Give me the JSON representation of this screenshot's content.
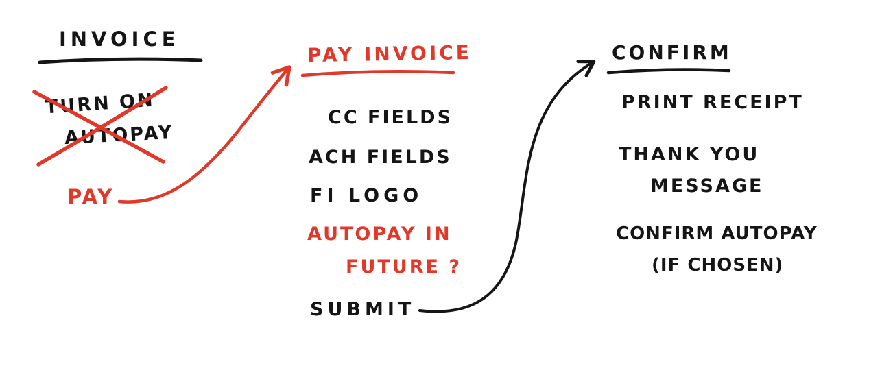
{
  "colors": {
    "ink": "#151515",
    "accent": "#e0392a"
  },
  "sketch": {
    "invoice": {
      "title": "INVOICE",
      "crossed_out": {
        "line1": "TURN ON",
        "line2": "AUTOPAY"
      },
      "pay": "PAY"
    },
    "pay_invoice": {
      "title": "PAY INVOICE",
      "cc_fields": "CC FIELDS",
      "ach_fields": "ACH FIELDS",
      "fi_logo": "FI LOGO",
      "autopay_question": {
        "line1": "AUTOPAY IN",
        "line2": "FUTURE ?"
      },
      "submit": "SUBMIT"
    },
    "confirm": {
      "title": "CONFIRM",
      "print_receipt": "PRINT RECEIPT",
      "thank_you": {
        "line1": "THANK YOU",
        "line2": "MESSAGE"
      },
      "confirm_autopay": {
        "line1": "CONFIRM AUTOPAY",
        "line2": "(IF CHOSEN)"
      }
    }
  }
}
